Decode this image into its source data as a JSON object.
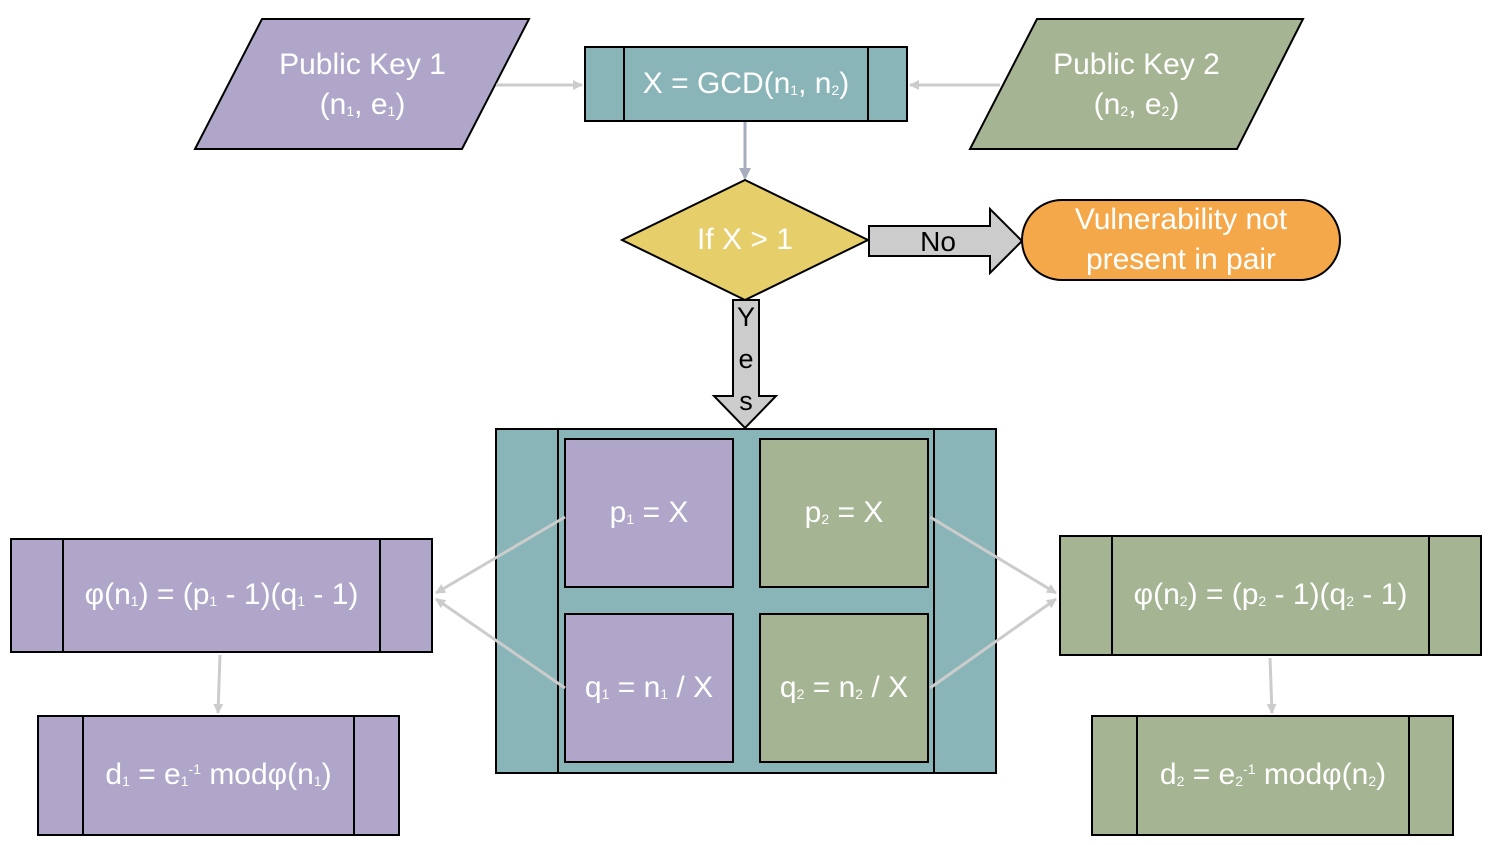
{
  "colors": {
    "purple": "#b0a6c9",
    "green": "#a5b492",
    "teal": "#8ab5b8",
    "yellow": "#e6ce6b",
    "orange": "#f5a84a",
    "connector": "#cccccc",
    "connector_blue": "#a6adbd"
  },
  "nodes": {
    "pk1": {
      "title": "Public Key 1",
      "n": "n",
      "sub1": "1",
      "e": "e",
      "sub2": "1"
    },
    "pk2": {
      "title": "Public Key 2",
      "n": "n",
      "sub1": "2",
      "e": "e",
      "sub2": "2"
    },
    "gcd": {
      "prefix": "X = GCD(",
      "n1": "n",
      "s1": "1",
      "n2": "n",
      "s2": "2",
      "suffix": ")"
    },
    "decision": {
      "text": "If X > 1"
    },
    "no_label": "No",
    "yes_letters": [
      "Y",
      "e",
      "s"
    ],
    "terminal": {
      "line1": "Vulnerability not",
      "line2": "present in pair"
    },
    "p1": {
      "var": "p",
      "sub": "1",
      "rest": " = X"
    },
    "p2": {
      "var": "p",
      "sub": "2",
      "rest": " = X"
    },
    "q1": {
      "var": "q",
      "sub": "1",
      "mid": " = n",
      "sub2": "1",
      "rest": " / X"
    },
    "q2": {
      "var": "q",
      "sub": "2",
      "mid": " = n",
      "sub2": "2",
      "rest": " / X"
    },
    "phi1": {
      "a": "φ(n",
      "s1": "1",
      "b": ") = (p",
      "s2": "1",
      "c": " - 1)(q",
      "s3": "1",
      "d": " - 1)"
    },
    "phi2": {
      "a": "φ(n",
      "s1": "2",
      "b": ") = (p",
      "s2": "2",
      "c": " - 1)(q",
      "s3": "2",
      "d": " - 1)"
    },
    "d1": {
      "a": "d",
      "s1": "1",
      "b": " = e",
      "s2": "1",
      "sup": "-1",
      "c": " modφ(n",
      "s3": "1",
      "d": ")"
    },
    "d2": {
      "a": "d",
      "s1": "2",
      "b": " = e",
      "s2": "2",
      "sup": "-1",
      "c": " modφ(n",
      "s3": "2",
      "d": ")"
    }
  }
}
